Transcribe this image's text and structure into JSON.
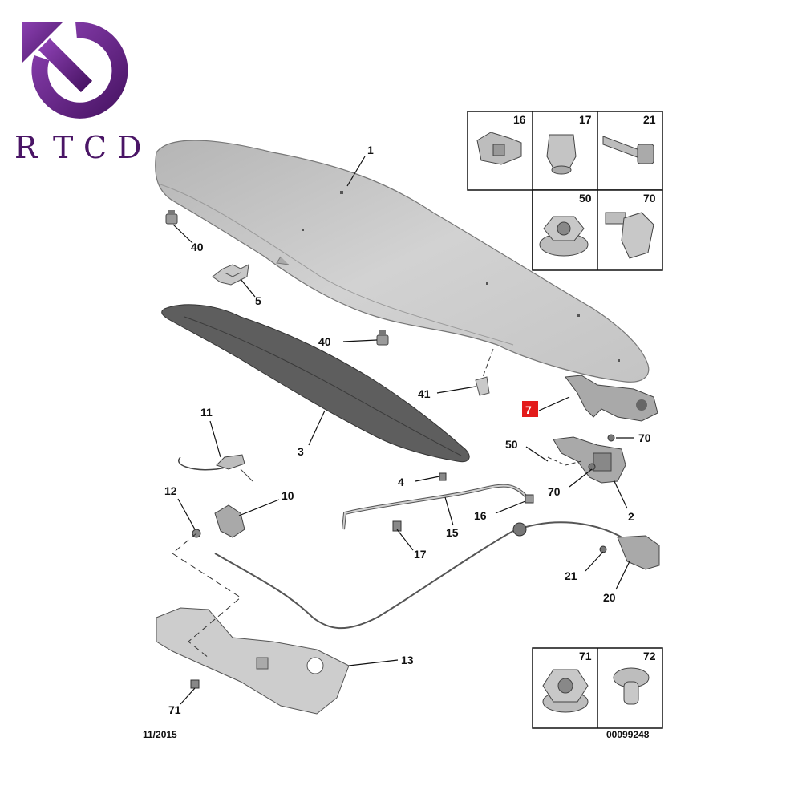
{
  "logo": {
    "text": "RTCD",
    "letters": [
      "R",
      "T",
      "C",
      "D"
    ],
    "color": "#5c1f7a",
    "icon": "rotate-arrow-icon"
  },
  "footer": {
    "date": "11/2015",
    "ref": "00099248"
  },
  "highlight_color": "#e31b1b",
  "callouts": {
    "c1": "1",
    "c40a": "40",
    "c5": "5",
    "c40b": "40",
    "c3": "3",
    "c41": "41",
    "c7": "7",
    "c70a": "70",
    "c50": "50",
    "c70b": "70",
    "c2": "2",
    "c4": "4",
    "c11": "11",
    "c12": "12",
    "c10": "10",
    "c16": "16",
    "c15": "15",
    "c17": "17",
    "c21": "21",
    "c20": "20",
    "c13": "13",
    "c71": "71"
  },
  "legend": {
    "cells": [
      "16",
      "17",
      "21",
      "50",
      "70"
    ],
    "bottom": [
      "71",
      "72"
    ]
  }
}
